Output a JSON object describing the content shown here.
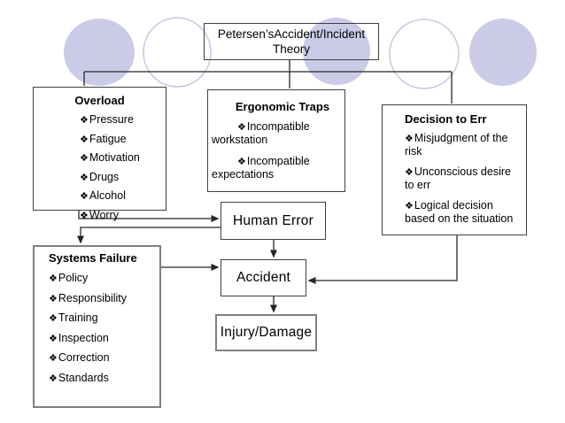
{
  "title": {
    "line1": "Petersen’sAccident/Incident",
    "line2": "Theory"
  },
  "boxes": {
    "overload": {
      "heading": "Overload",
      "items": [
        "Pressure",
        "Fatigue",
        "Motivation",
        "Drugs",
        "Alcohol",
        "Worry"
      ]
    },
    "ergonomic_traps": {
      "heading": "Ergonomic Traps",
      "items": [
        "Incompatible workstation",
        "Incompatible expectations"
      ]
    },
    "decision_to_err": {
      "heading": "Decision to Err",
      "items": [
        "Misjudgment of the risk",
        "Unconscious desire to err",
        "Logical decision based on the situation"
      ]
    },
    "systems_failure": {
      "heading": "Systems Failure",
      "items": [
        "Policy",
        "Responsibility",
        "Training",
        "Inspection",
        "Correction",
        "Standards"
      ]
    },
    "human_error": {
      "label": "Human Error"
    },
    "accident": {
      "label": "Accident"
    },
    "injury_damage": {
      "label": "Injury/Damage"
    }
  },
  "bullet": {
    "glyph": "❖",
    "name": "diamond-bullet"
  },
  "colors": {
    "circle_fill": "#cbcbe8",
    "circle_outline": "#c6c6e3",
    "line": "#262626",
    "border_dark": "#3f3f3f",
    "border_gray": "#808080",
    "text": "#000000",
    "background": "#ffffff"
  }
}
